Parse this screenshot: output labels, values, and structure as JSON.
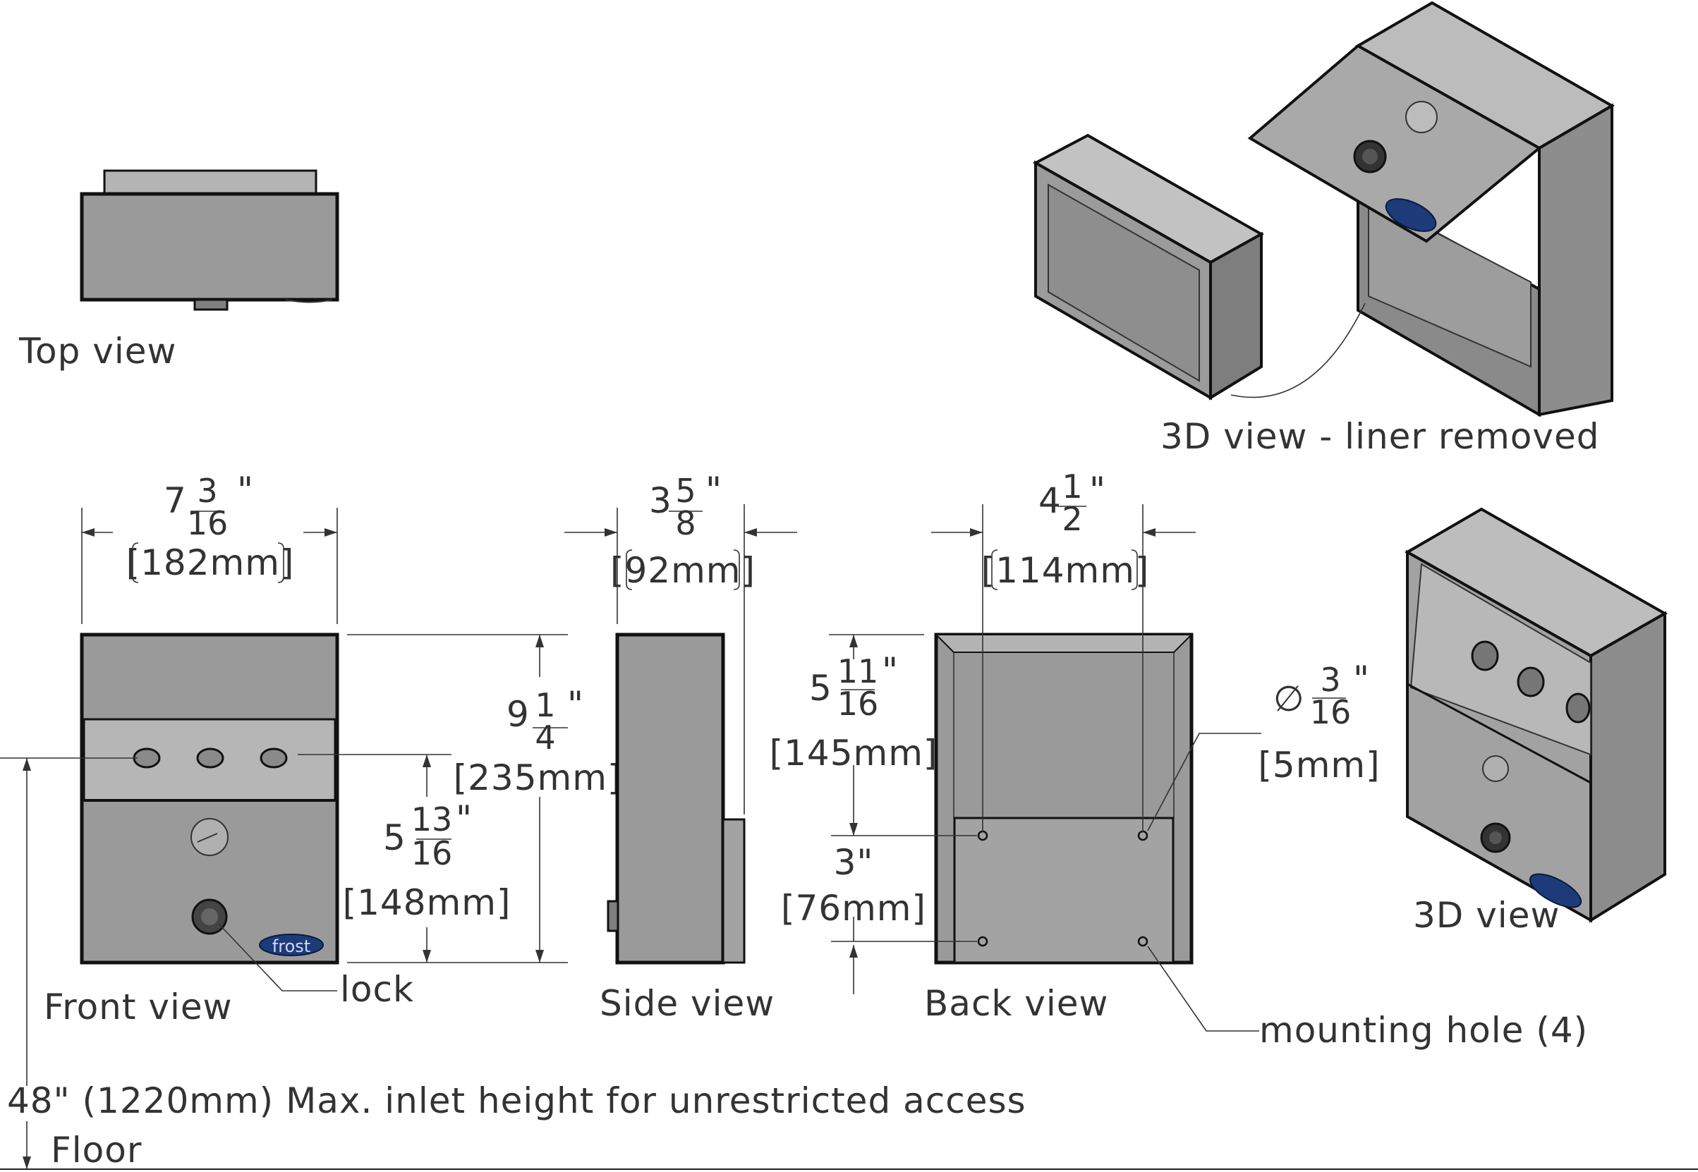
{
  "views": {
    "top": "Top view",
    "front": "Front view",
    "side": "Side view",
    "back": "Back view",
    "iso": "3D view",
    "iso_liner": "3D view - liner removed"
  },
  "callouts": {
    "lock": "lock",
    "mounting_hole": "mounting hole (4)",
    "logo": "frost"
  },
  "dimensions": {
    "width": {
      "whole": "7",
      "num": "3",
      "den": "16",
      "unit": "\"",
      "metric": "[182mm]"
    },
    "depth": {
      "whole": "3",
      "num": "5",
      "den": "8",
      "unit": "\"",
      "metric": "[92mm]"
    },
    "hole_spacing_h": {
      "whole": "4",
      "num": "1",
      "den": "2",
      "unit": "\"",
      "metric": "[114mm]"
    },
    "height": {
      "whole": "9",
      "num": "1",
      "den": "4",
      "unit": "\"",
      "metric": "[235mm]"
    },
    "inlet_height": {
      "whole": "5",
      "num": "13",
      "den": "16",
      "unit": "\"",
      "metric": "[148mm]"
    },
    "hole_top": {
      "whole": "5",
      "num": "11",
      "den": "16",
      "unit": "\"",
      "metric": "[145mm]"
    },
    "hole_spacing_v": {
      "text": "3\"",
      "metric": "[76mm]"
    },
    "hole_dia": {
      "symbol": "∅",
      "num": "3",
      "den": "16",
      "unit": "\"",
      "metric": "[5mm]"
    }
  },
  "notes": {
    "max_inlet": "48\" (1220mm) Max. inlet height for unrestricted access",
    "floor": "Floor"
  }
}
